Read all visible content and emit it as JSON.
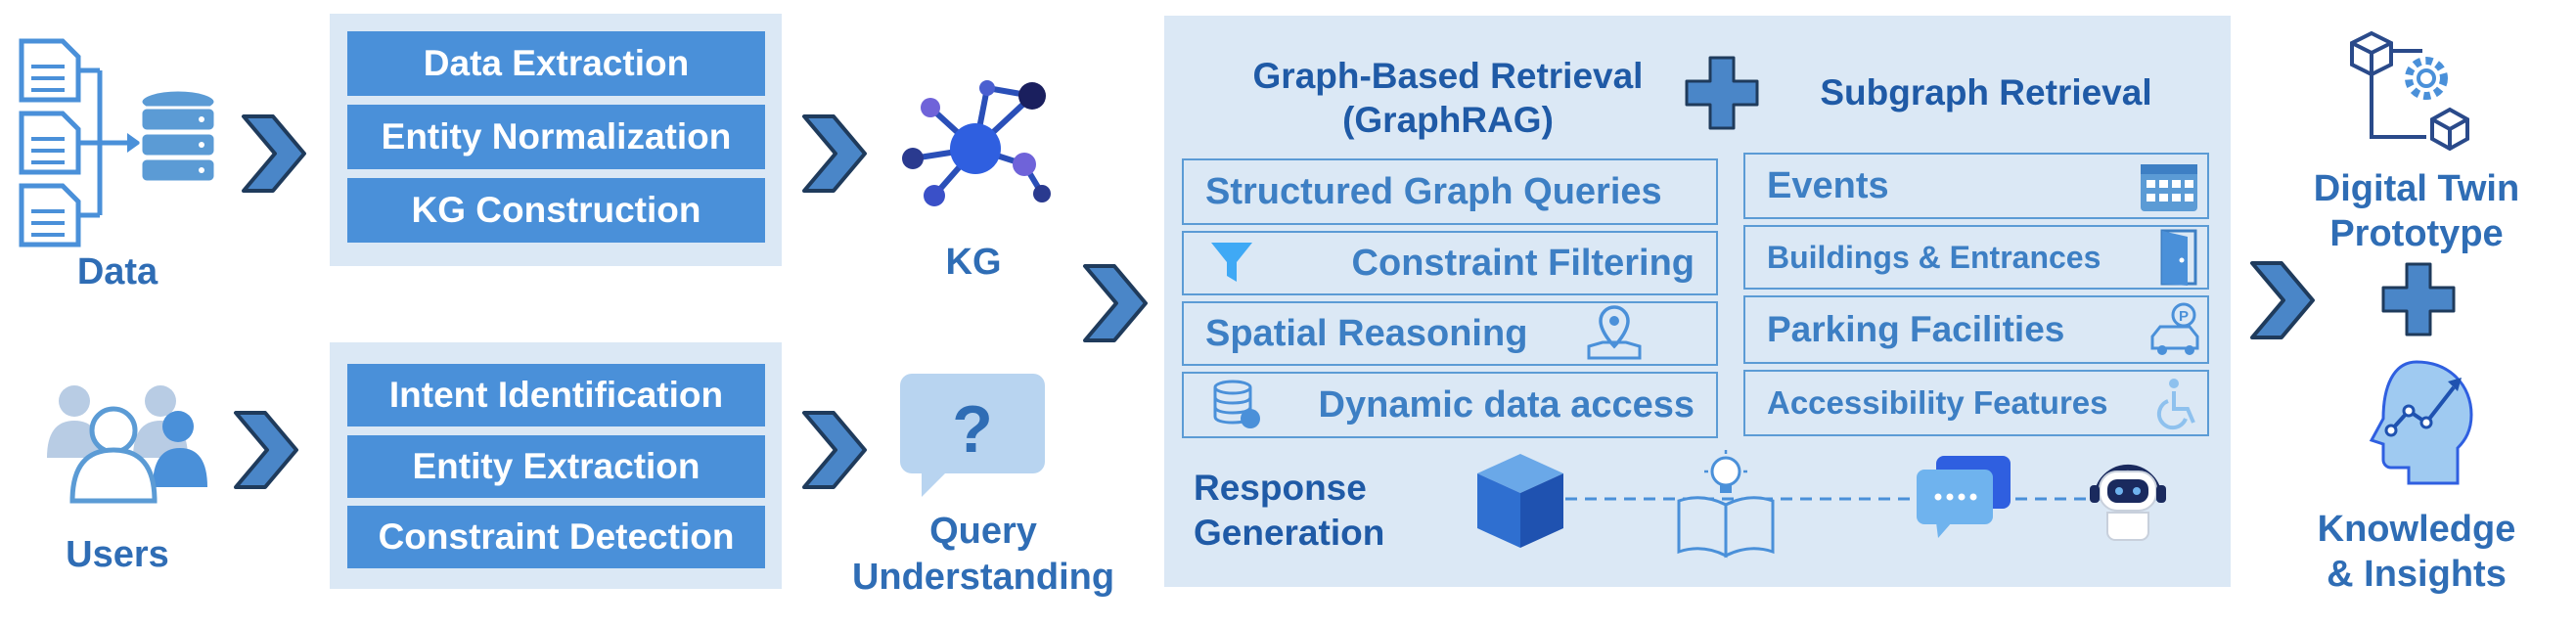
{
  "inputs": {
    "data_label": "Data",
    "users_label": "Users"
  },
  "data_steps": [
    "Data Extraction",
    "Entity Normalization",
    "KG Construction"
  ],
  "query_steps": [
    "Intent Identification",
    "Entity Extraction",
    "Constraint Detection"
  ],
  "kg_label": "KG",
  "query_label": [
    "Query",
    "Understanding"
  ],
  "retrieval": {
    "graphrag_title": [
      "Graph-Based Retrieval",
      "(GraphRAG)"
    ],
    "subgraph_title": "Subgraph Retrieval",
    "left_items": [
      "Structured Graph Queries",
      "Constraint Filtering",
      "Spatial Reasoning",
      "Dynamic data access"
    ],
    "right_items": [
      "Events",
      "Buildings & Entrances",
      "Parking Facilities",
      "Accessibility Features"
    ],
    "response_label": [
      "Response",
      "Generation"
    ]
  },
  "outputs": {
    "digital_twin_label": [
      "Digital Twin",
      "Prototype"
    ],
    "knowledge_label": [
      "Knowledge",
      "& Insights"
    ]
  },
  "colors": {
    "panel": "#dbe8f5",
    "box": "#4a90d9",
    "text": "#2f6db5",
    "arrow": "#4a86c8"
  }
}
